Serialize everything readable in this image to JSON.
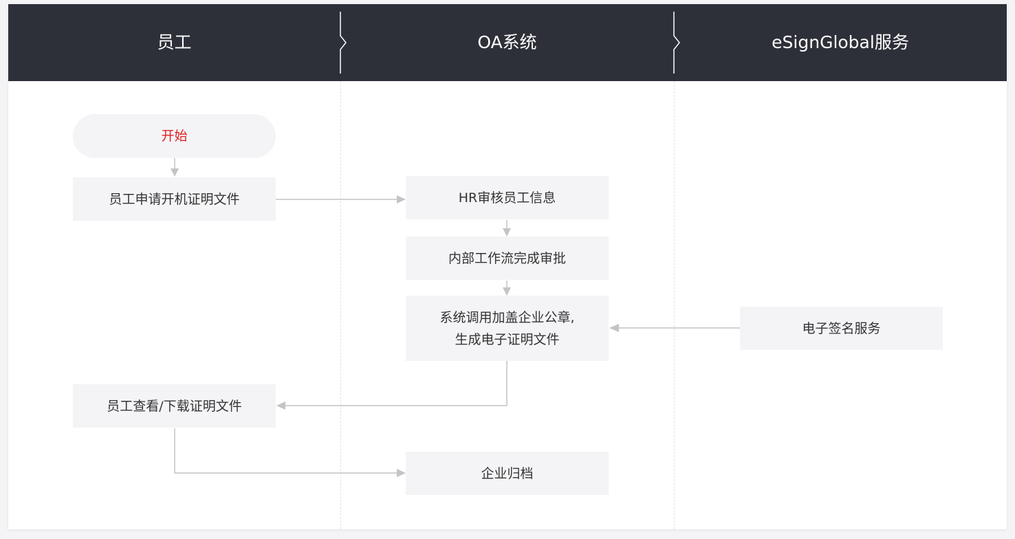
{
  "lanes": [
    "员工",
    "OA系统",
    "eSignGlobal服务"
  ],
  "nodes": {
    "start": "开始",
    "apply": "员工申请开机证明文件",
    "hr_review": "HR审核员工信息",
    "approval": "内部工作流完成审批",
    "seal_line1": "系统调用加盖企业公章,",
    "seal_line2": "生成电子证明文件",
    "esign": "电子签名服务",
    "view": "员工查看/下载证明文件",
    "archive": "企业归档"
  },
  "colors": {
    "header": "#2e3039",
    "start_text": "#e02020",
    "node_bg": "#f4f4f7",
    "arrow": "#c4c4c4"
  }
}
